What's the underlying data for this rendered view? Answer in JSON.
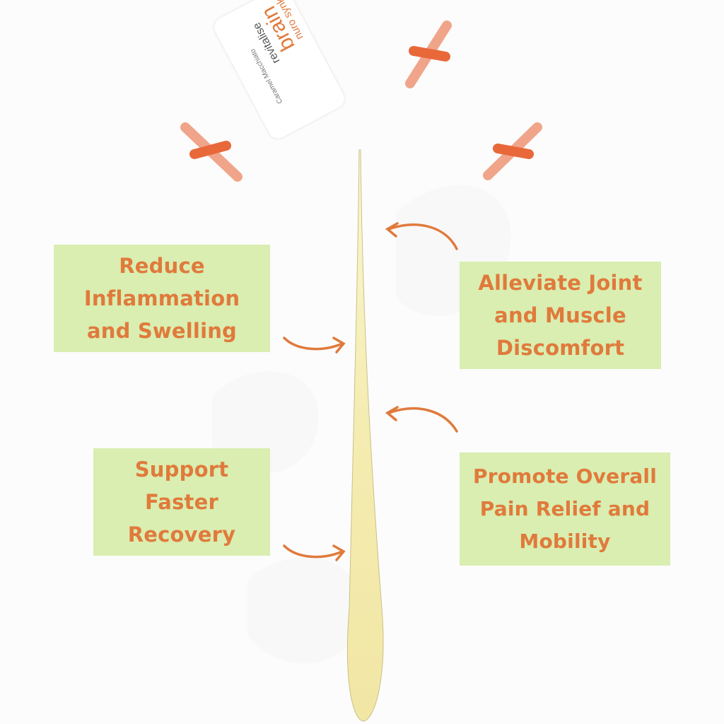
{
  "product": {
    "brand_line": "nuro synk",
    "name": "brain",
    "subtitle": "revitalise",
    "flavor": "Caramel Macchiato"
  },
  "benefits": {
    "reduce": [
      "Reduce",
      "Inflammation",
      "and Swelling"
    ],
    "joint": [
      "Alleviate Joint",
      "and Muscle",
      "Discomfort"
    ],
    "recovery": [
      "Support",
      "Faster",
      "Recovery"
    ],
    "pain": [
      "Promote Overall",
      "Pain Relief and",
      "Mobility"
    ]
  },
  "colors": {
    "box_bg": "#d9eeb0",
    "text_orange": "#e07a3c",
    "spark_light": "#f0a58a",
    "spark_dark": "#e8683a",
    "stream": "#f6efb8"
  }
}
